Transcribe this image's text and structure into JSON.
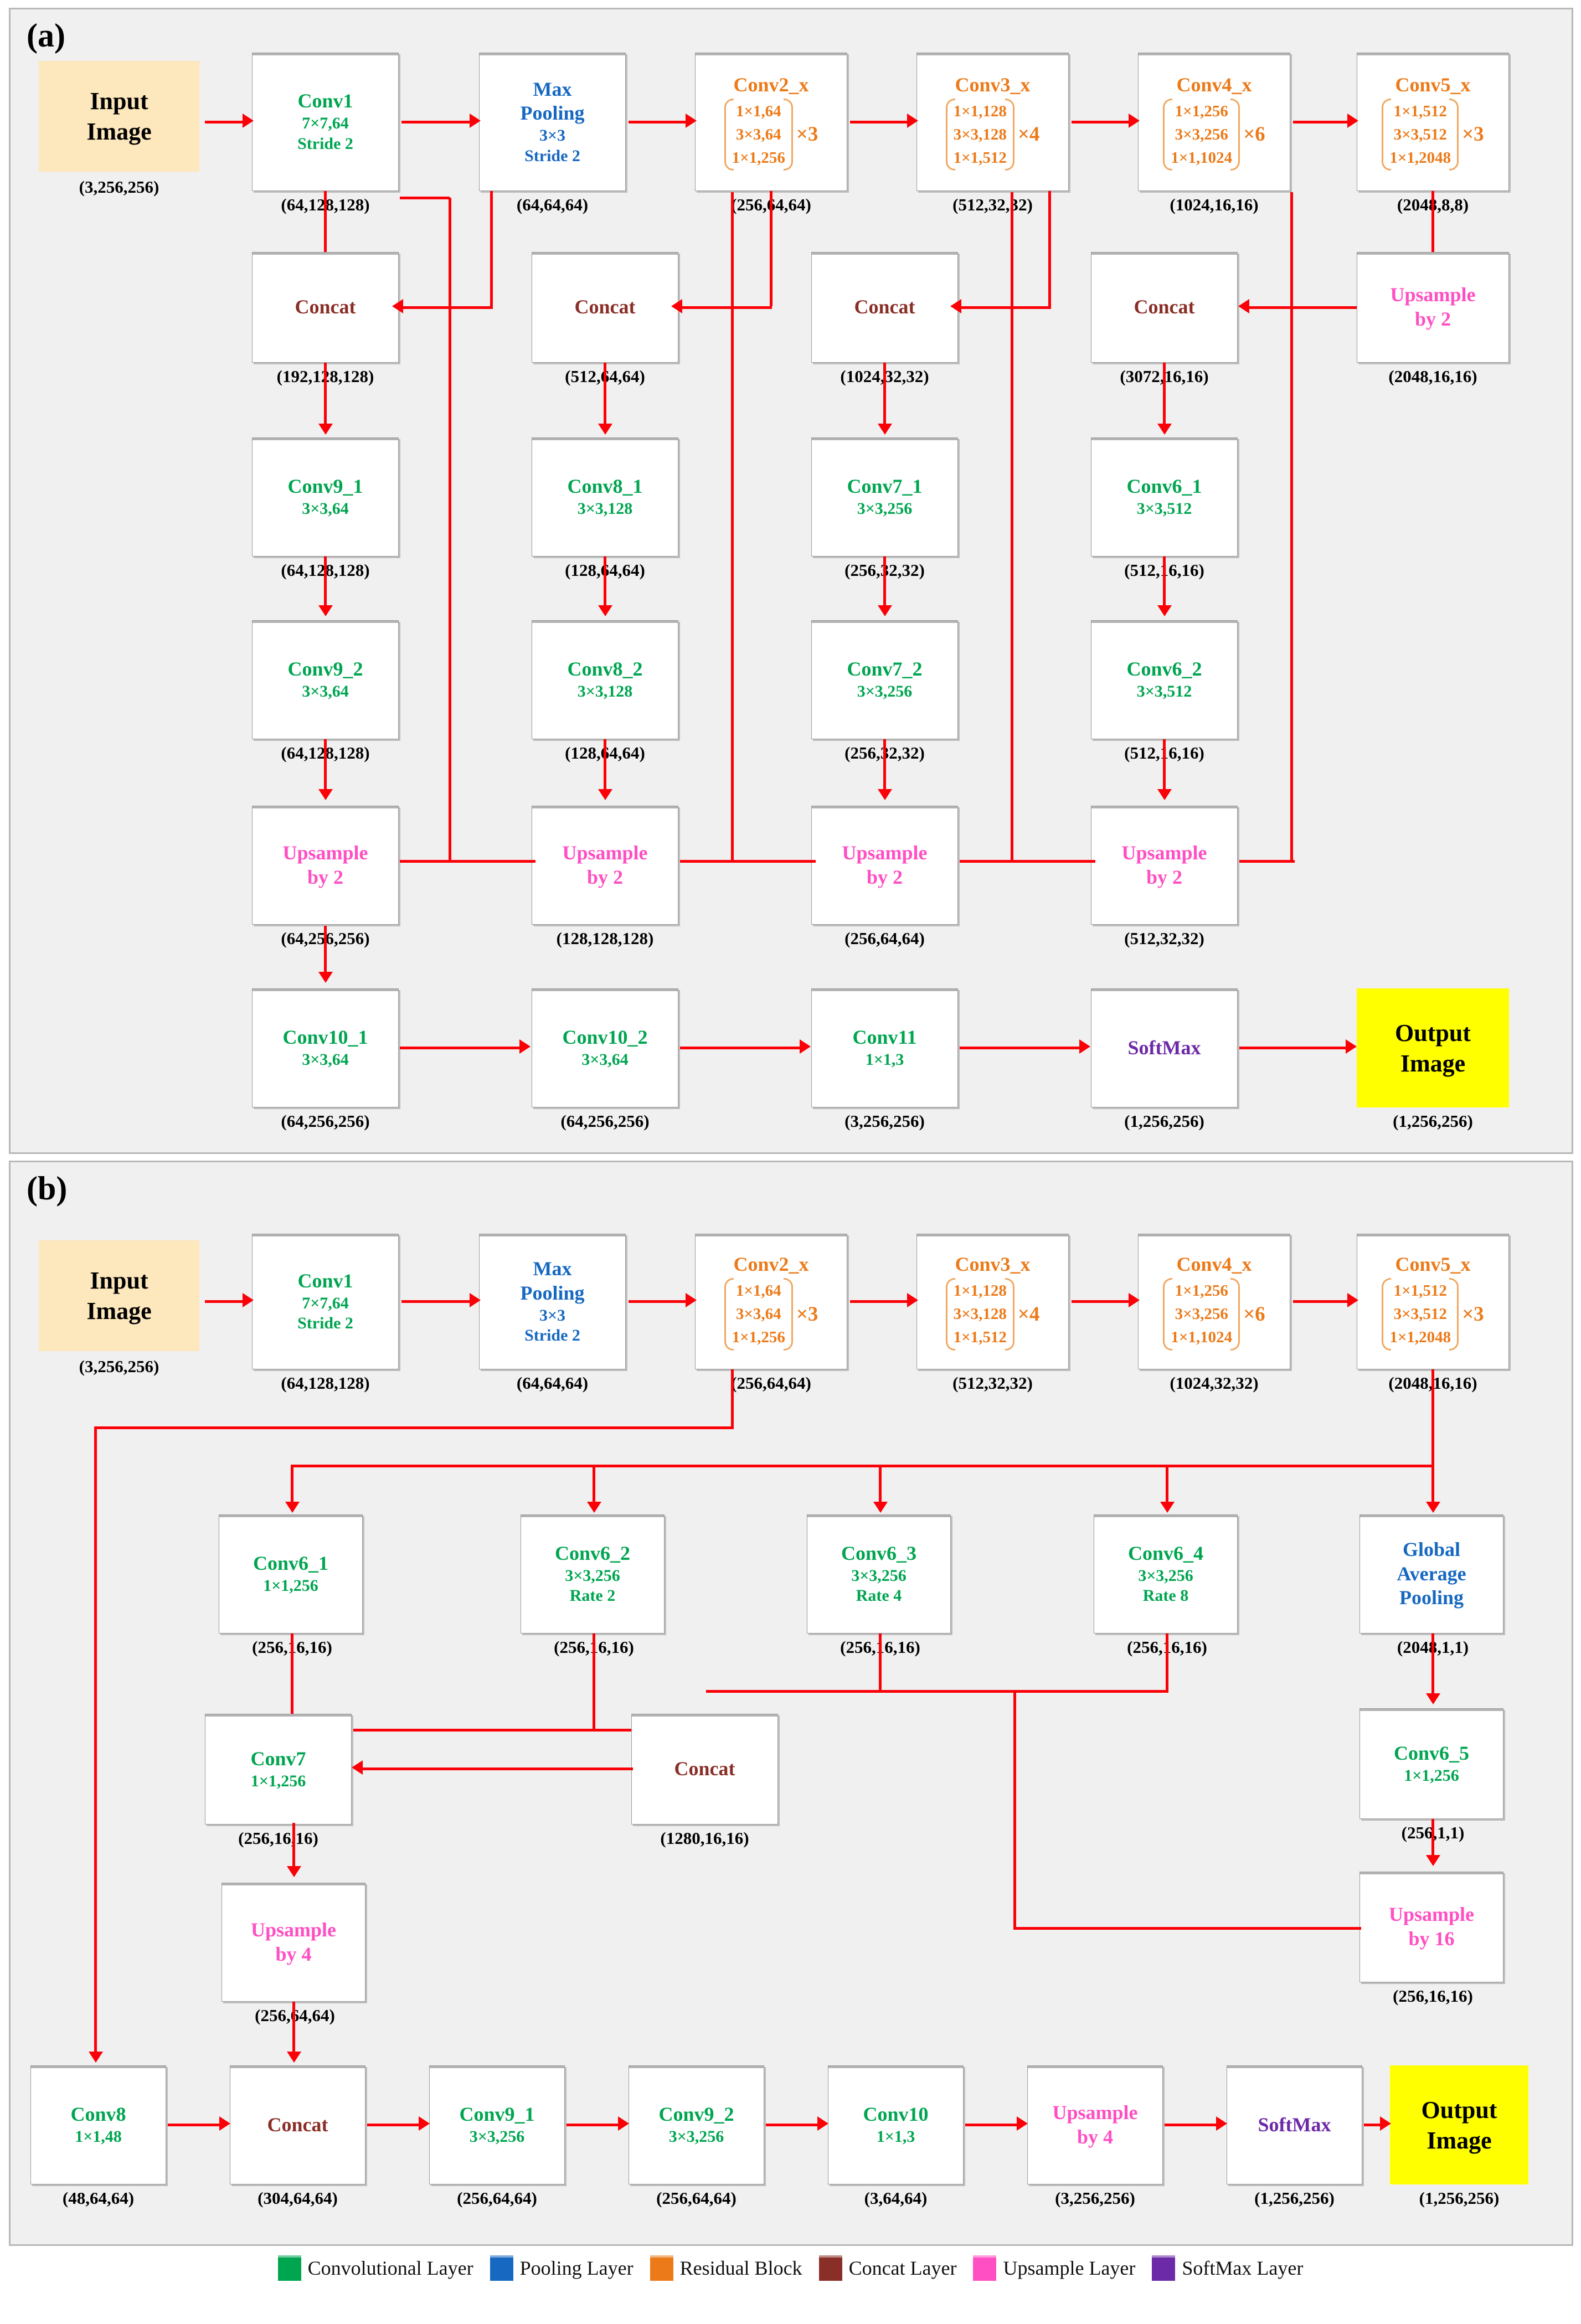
{
  "panels": {
    "a": {
      "label": "(a)"
    },
    "b": {
      "label": "(b)"
    }
  },
  "io": {
    "input_line1": "Input",
    "input_line2": "Image",
    "output_line1": "Output",
    "output_line2": "Image",
    "input_dim": "(3,256,256)",
    "output_dim": "(1,256,256)"
  },
  "backbone": {
    "conv1": {
      "title": "Conv1",
      "l2": "7×7,64",
      "l3": "Stride 2",
      "dim": "(64,128,128)"
    },
    "maxpool": {
      "t1": "Max",
      "t2": "Pooling",
      "t3": "3×3",
      "t4": "Stride 2",
      "dim": "(64,64,64)"
    },
    "conv2_x": {
      "title": "Conv2_x",
      "r1": "1×1,64",
      "r2": "3×3,64",
      "r3": "1×1,256",
      "mult": "×3",
      "dim_a": "(256,64,64)",
      "dim_b": "(256,64,64)"
    },
    "conv3_x": {
      "title": "Conv3_x",
      "r1": "1×1,128",
      "r2": "3×3,128",
      "r3": "1×1,512",
      "mult": "×4",
      "dim_a": "(512,32,32)",
      "dim_b": "(512,32,32)"
    },
    "conv4_x": {
      "title": "Conv4_x",
      "r1": "1×1,256",
      "r2": "3×3,256",
      "r3": "1×1,1024",
      "mult": "×6",
      "dim_a": "(1024,16,16)",
      "dim_b": "(1024,32,32)"
    },
    "conv5_x": {
      "title": "Conv5_x",
      "r1": "1×1,512",
      "r2": "3×3,512",
      "r3": "1×1,2048",
      "mult": "×3",
      "dim_a": "(2048,8,8)",
      "dim_b": "(2048,16,16)"
    }
  },
  "panel_a": {
    "upsample_top": {
      "t1": "Upsample",
      "t2": "by 2",
      "dim": "(2048,16,16)"
    },
    "concats": [
      {
        "label": "Concat",
        "dim": "(192,128,128)"
      },
      {
        "label": "Concat",
        "dim": "(512,64,64)"
      },
      {
        "label": "Concat",
        "dim": "(1024,32,32)"
      },
      {
        "label": "Concat",
        "dim": "(3072,16,16)"
      }
    ],
    "conv_row1": [
      {
        "title": "Conv9_1",
        "kernel": "3×3,64",
        "dim": "(64,128,128)"
      },
      {
        "title": "Conv8_1",
        "kernel": "3×3,128",
        "dim": "(128,64,64)"
      },
      {
        "title": "Conv7_1",
        "kernel": "3×3,256",
        "dim": "(256,32,32)"
      },
      {
        "title": "Conv6_1",
        "kernel": "3×3,512",
        "dim": "(512,16,16)"
      }
    ],
    "conv_row2": [
      {
        "title": "Conv9_2",
        "kernel": "3×3,64",
        "dim": "(64,128,128)"
      },
      {
        "title": "Conv8_2",
        "kernel": "3×3,128",
        "dim": "(128,64,64)"
      },
      {
        "title": "Conv7_2",
        "kernel": "3×3,256",
        "dim": "(256,32,32)"
      },
      {
        "title": "Conv6_2",
        "kernel": "3×3,512",
        "dim": "(512,16,16)"
      }
    ],
    "upsample_row": [
      {
        "t1": "Upsample",
        "t2": "by 2",
        "dim": "(64,256,256)"
      },
      {
        "t1": "Upsample",
        "t2": "by 2",
        "dim": "(128,128,128)"
      },
      {
        "t1": "Upsample",
        "t2": "by 2",
        "dim": "(256,64,64)"
      },
      {
        "t1": "Upsample",
        "t2": "by 2",
        "dim": "(512,32,32)"
      }
    ],
    "tail": [
      {
        "title": "Conv10_1",
        "kernel": "3×3,64",
        "dim": "(64,256,256)"
      },
      {
        "title": "Conv10_2",
        "kernel": "3×3,64",
        "dim": "(64,256,256)"
      },
      {
        "title": "Conv11",
        "kernel": "1×1,3",
        "dim": "(3,256,256)"
      },
      {
        "title": "SoftMax",
        "kernel": "",
        "dim": "(1,256,256)"
      }
    ]
  },
  "panel_b": {
    "aspp": [
      {
        "title": "Conv6_1",
        "l2": "1×1,256",
        "l3": "",
        "dim": "(256,16,16)"
      },
      {
        "title": "Conv6_2",
        "l2": "3×3,256",
        "l3": "Rate 2",
        "dim": "(256,16,16)"
      },
      {
        "title": "Conv6_3",
        "l2": "3×3,256",
        "l3": "Rate 4",
        "dim": "(256,16,16)"
      },
      {
        "title": "Conv6_4",
        "l2": "3×3,256",
        "l3": "Rate 8",
        "dim": "(256,16,16)"
      }
    ],
    "gap": {
      "t1": "Global",
      "t2": "Average",
      "t3": "Pooling",
      "dim": "(2048,1,1)"
    },
    "conv6_5": {
      "title": "Conv6_5",
      "kernel": "1×1,256",
      "dim": "(256,1,1)"
    },
    "upsample16": {
      "t1": "Upsample",
      "t2": "by 16",
      "dim": "(256,16,16)"
    },
    "concat_aspp": {
      "label": "Concat",
      "dim": "(1280,16,16)"
    },
    "conv7": {
      "title": "Conv7",
      "kernel": "1×1,256",
      "dim": "(256,16,16)"
    },
    "upsample4_mid": {
      "t1": "Upsample",
      "t2": "by 4",
      "dim": "(256,64,64)"
    },
    "tail": [
      {
        "type": "conv",
        "title": "Conv8",
        "kernel": "1×1,48",
        "dim": "(48,64,64)"
      },
      {
        "type": "concat",
        "title": "Concat",
        "kernel": "",
        "dim": "(304,64,64)"
      },
      {
        "type": "conv",
        "title": "Conv9_1",
        "kernel": "3×3,256",
        "dim": "(256,64,64)"
      },
      {
        "type": "conv",
        "title": "Conv9_2",
        "kernel": "3×3,256",
        "dim": "(256,64,64)"
      },
      {
        "type": "conv",
        "title": "Conv10",
        "kernel": "1×1,3",
        "dim": "(3,64,64)"
      },
      {
        "type": "up",
        "title": "Upsample",
        "kernel": "by 4",
        "dim": "(3,256,256)"
      },
      {
        "type": "soft",
        "title": "SoftMax",
        "kernel": "",
        "dim": "(1,256,256)"
      }
    ]
  },
  "legend": {
    "items": [
      {
        "label": "Convolutional Layer",
        "color": "#00a550"
      },
      {
        "label": "Pooling Layer",
        "color": "#1668c1"
      },
      {
        "label": "Residual Block",
        "color": "#ec7a19"
      },
      {
        "label": "Concat Layer",
        "color": "#8a2f27"
      },
      {
        "label": "Upsample Layer",
        "color": "#ff4fc3"
      },
      {
        "label": "SoftMax Layer",
        "color": "#6c29a8"
      }
    ]
  },
  "colors": {
    "arrow": "#fb0007",
    "panel_bg": "#f0f0f0",
    "input_bg": "#fde7bc",
    "output_bg": "#ffff00"
  }
}
